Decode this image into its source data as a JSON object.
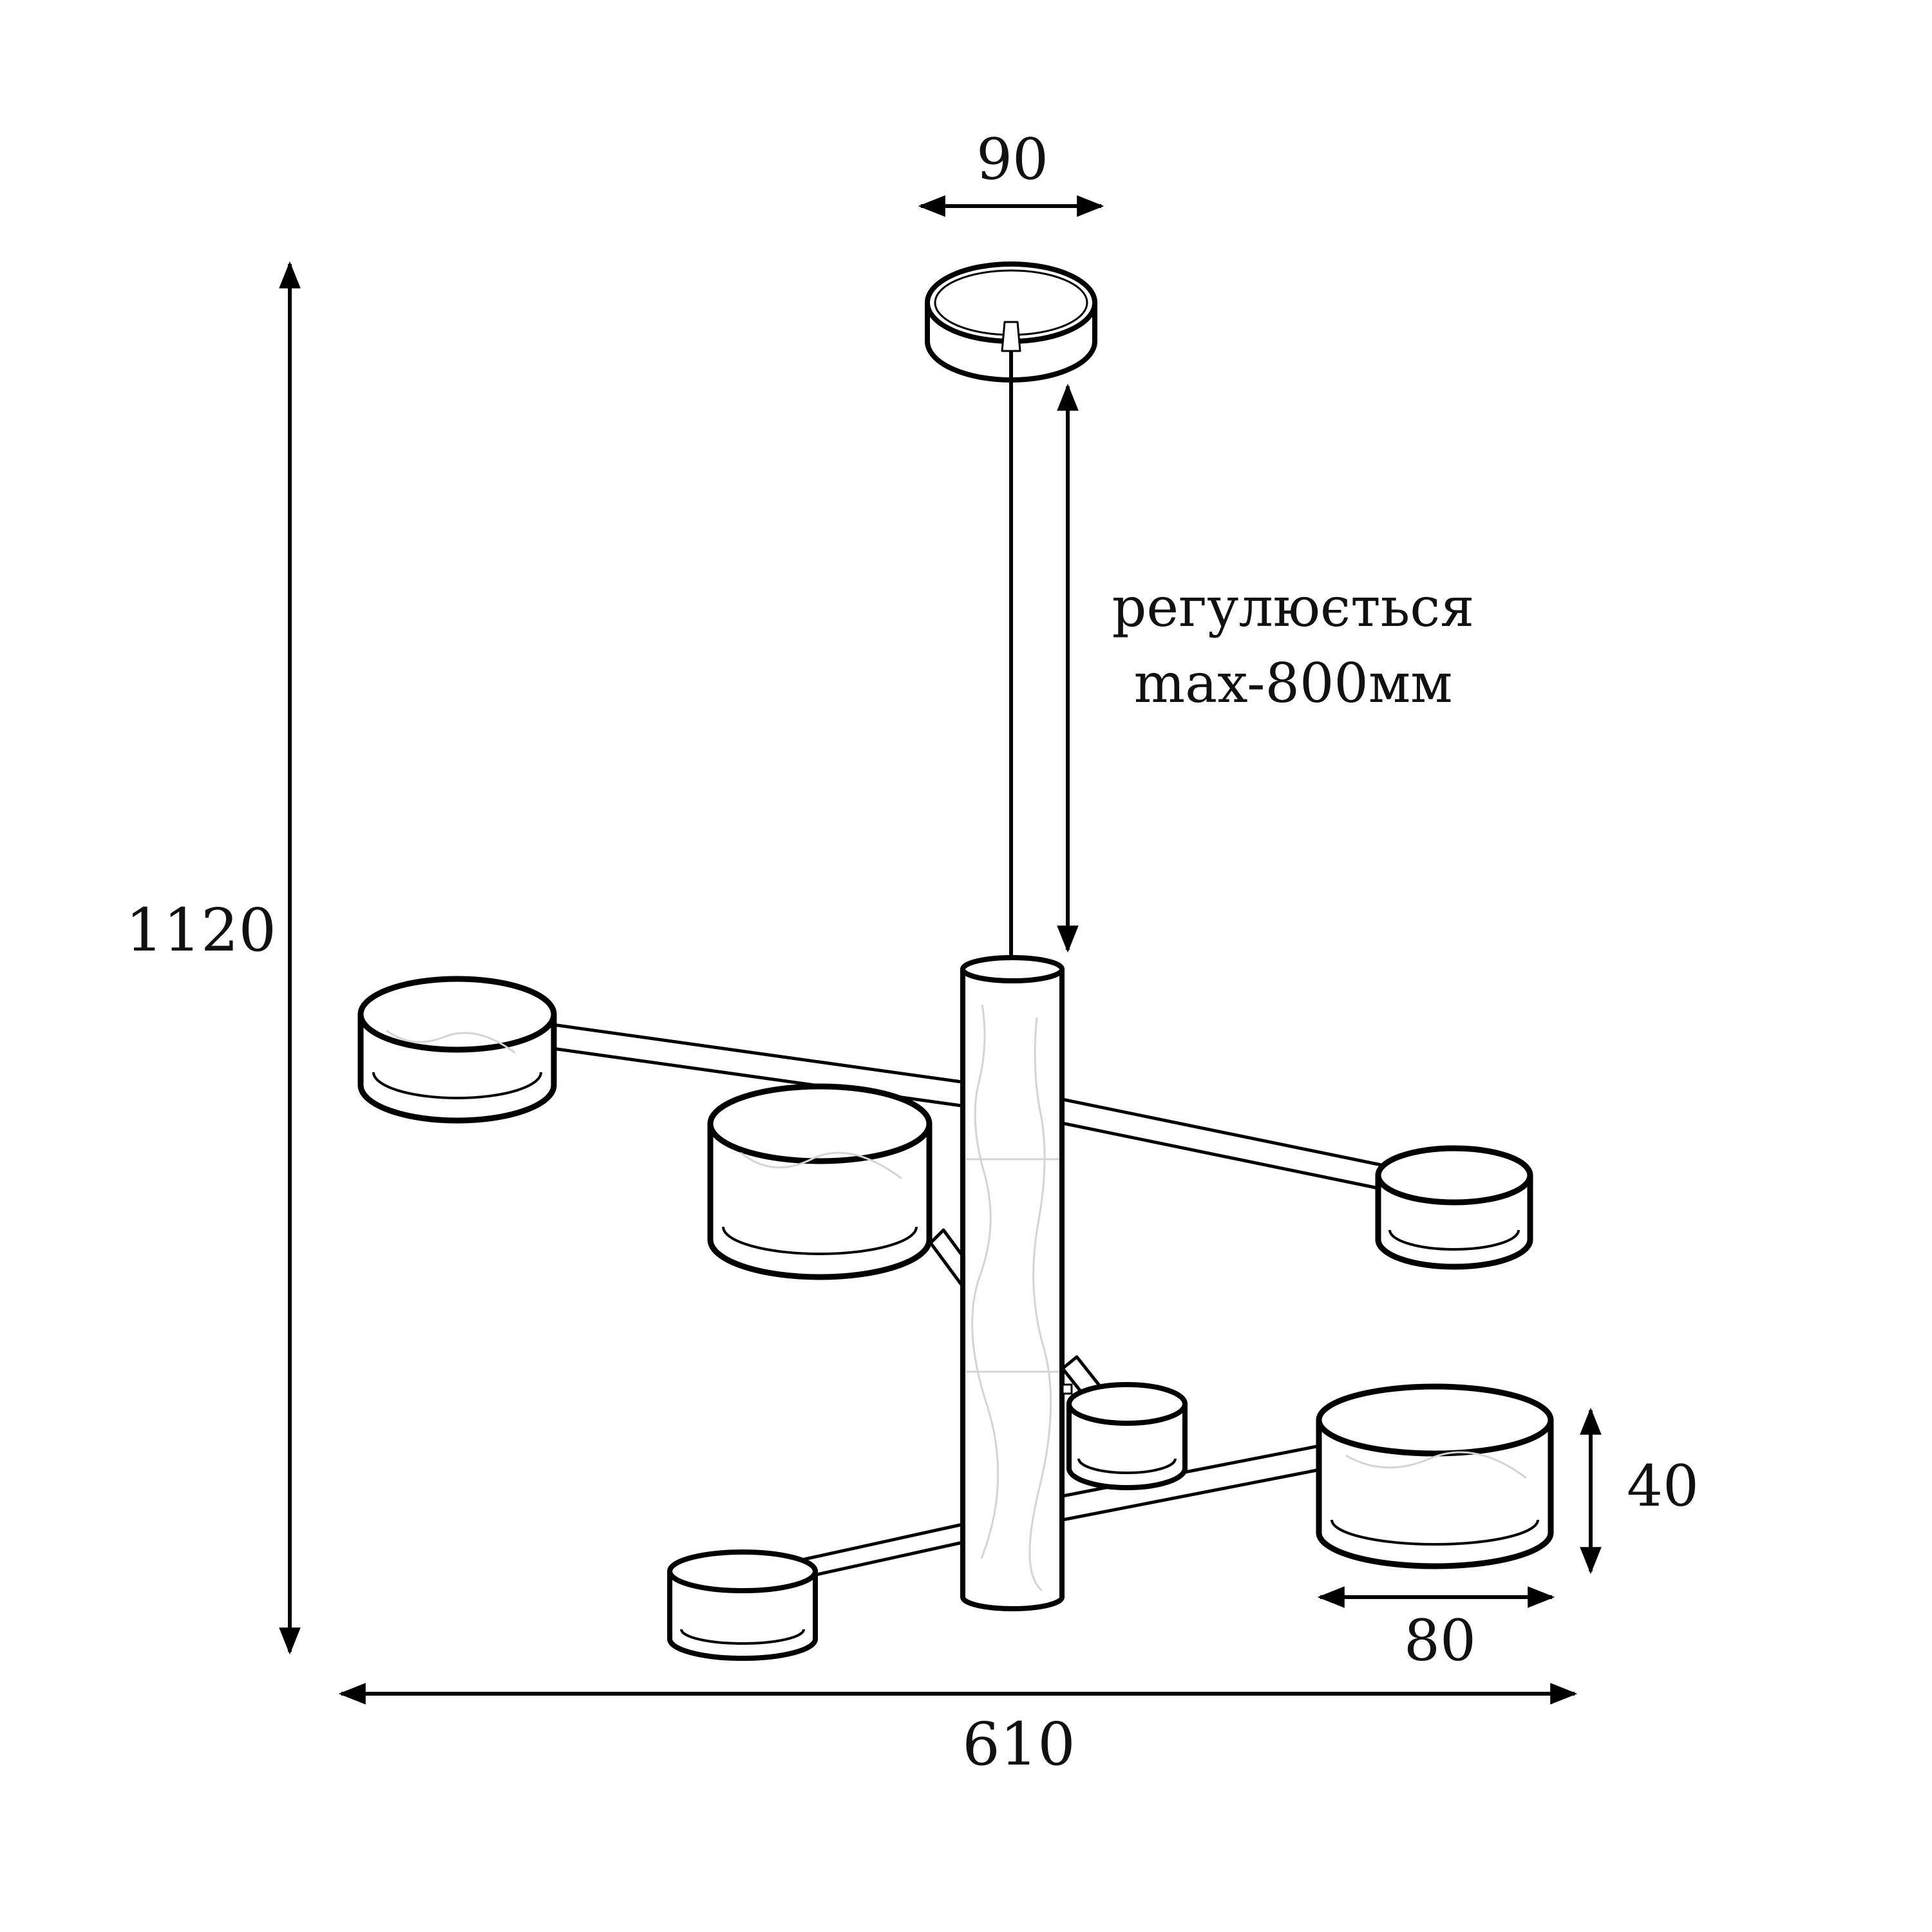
{
  "dimensions": {
    "canopy_width": "90",
    "total_height": "1120",
    "adjustable_line1": "регулюється",
    "adjustable_line2": "max-800мм",
    "shade_height": "40",
    "shade_width": "80",
    "total_width": "610"
  }
}
